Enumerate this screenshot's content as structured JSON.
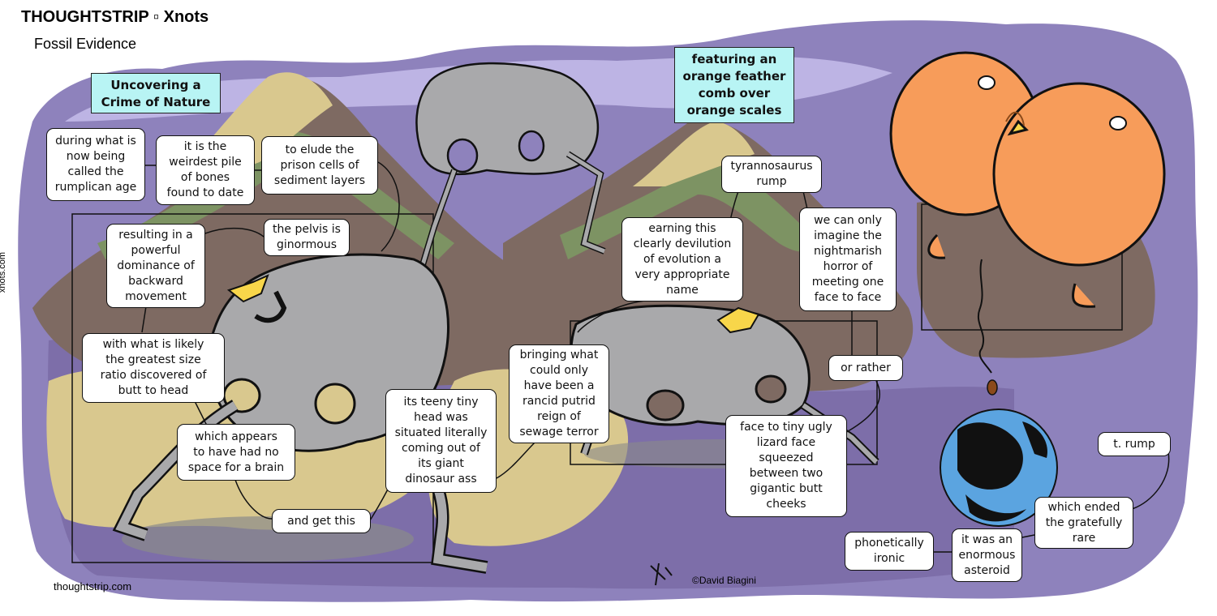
{
  "header": {
    "title": "THOUGHTSTRIP ▫ Xnots",
    "subtitle": "Fossil Evidence"
  },
  "side_url": "xnots.com",
  "footer_url": "thoughtstrip.com",
  "credit": "©David Biagini",
  "colors": {
    "sky": "#8e82bc",
    "sky_light": "#c9c1ee",
    "ground_brown": "#7e6a62",
    "ground_green": "#7d9363",
    "sand": "#d9c88e",
    "bone": "#a9a9ab",
    "bird_orange": "#f79c5a",
    "beak_yellow": "#f8d64a",
    "caption_bg": "#b8f4f4",
    "earth_blue": "#5ba4e0"
  },
  "captions": {
    "title": "Uncovering a\nCrime of Nature",
    "featuring": "featuring an\norange feather\ncomb over\norange scales"
  },
  "bubbles": {
    "rumplican": "during what is\nnow being\ncalled the\nrumplican age",
    "weirdest": "it is the\nweirdest pile\nof bones\nfound to date",
    "elude": "to elude the\nprison cells of\nsediment layers",
    "resulting": "resulting in a\npowerful\ndominance of\nbackward\nmovement",
    "pelvis": "the pelvis is\nginormous",
    "ratio": "with what is likely\nthe greatest size\nratio discovered of\nbutt to head",
    "brain": "which appears\nto have had no\nspace for a brain",
    "get_this": "and get this",
    "teeny": "its teeny tiny\nhead was\nsituated literally\ncoming out of\nits giant\ndinosaur ass",
    "rancid": "bringing what\ncould only\nhave been a\nrancid putrid\nreign of\nsewage terror",
    "devilution": "earning this\nclearly devilution\nof evolution a\nvery appropriate\nname",
    "rump": "tyrannosaurus\nrump",
    "nightmarish": "we can only\nimagine the\nnightmarish\nhorror of\nmeeting one\nface to face",
    "or_rather": "or rather",
    "lizard": "face to tiny ugly\nlizard face\nsqueezed\nbetween two\ngigantic butt\ncheeks",
    "t_rump": "t. rump",
    "ended": "which ended\nthe gratefully\nrare",
    "asteroid": "it was an\nenormous\nasteroid",
    "ironic": "phonetically\nironic"
  }
}
